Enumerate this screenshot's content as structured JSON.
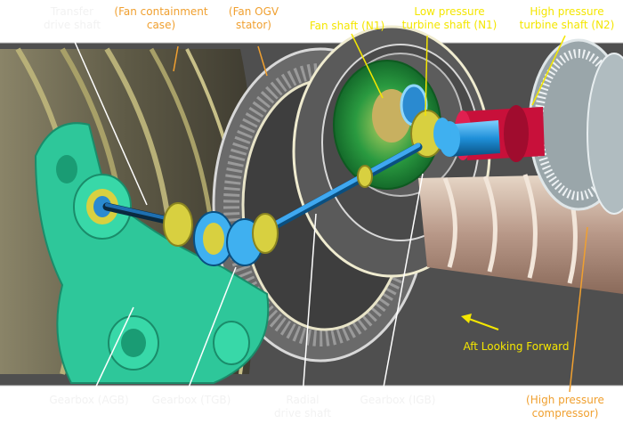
{
  "labels": {
    "transfer_drive_shaft": [
      "Transfer",
      "drive shaft"
    ],
    "fan_containment_case": [
      "(Fan containment",
      "case)"
    ],
    "fan_ogv_stator": [
      "(Fan OGV",
      "stator)"
    ],
    "fan_shaft": [
      "Fan shaft (N1)"
    ],
    "low_pressure_turbine_shaft": [
      "Low pressure",
      "turbine shaft (N1)"
    ],
    "high_pressure_turbine_shaft": [
      "High pressure",
      "turbine shaft (N2)"
    ],
    "gearbox_agb": [
      "Gearbox (AGB)"
    ],
    "gearbox_tgb": [
      "Gearbox (TGB)"
    ],
    "radial_drive_shaft": [
      "Radial",
      "drive shaft"
    ],
    "gearbox_igb": [
      "Gearbox (IGB)"
    ],
    "high_pressure_compressor": [
      "(High pressure",
      "compressor)"
    ],
    "view_direction": "Aft Looking Forward"
  },
  "colors": {
    "background": "#555555",
    "label_white": "#f2f2f2",
    "label_orange": "#f0a030",
    "label_yellow": "#f4e600",
    "gearbox_green": "#2ec79a",
    "shaft_blue": "#1e8fd8",
    "shaft_red": "#c8103a",
    "fan_green": "#20a040",
    "gear_yellow": "#d8d040"
  }
}
